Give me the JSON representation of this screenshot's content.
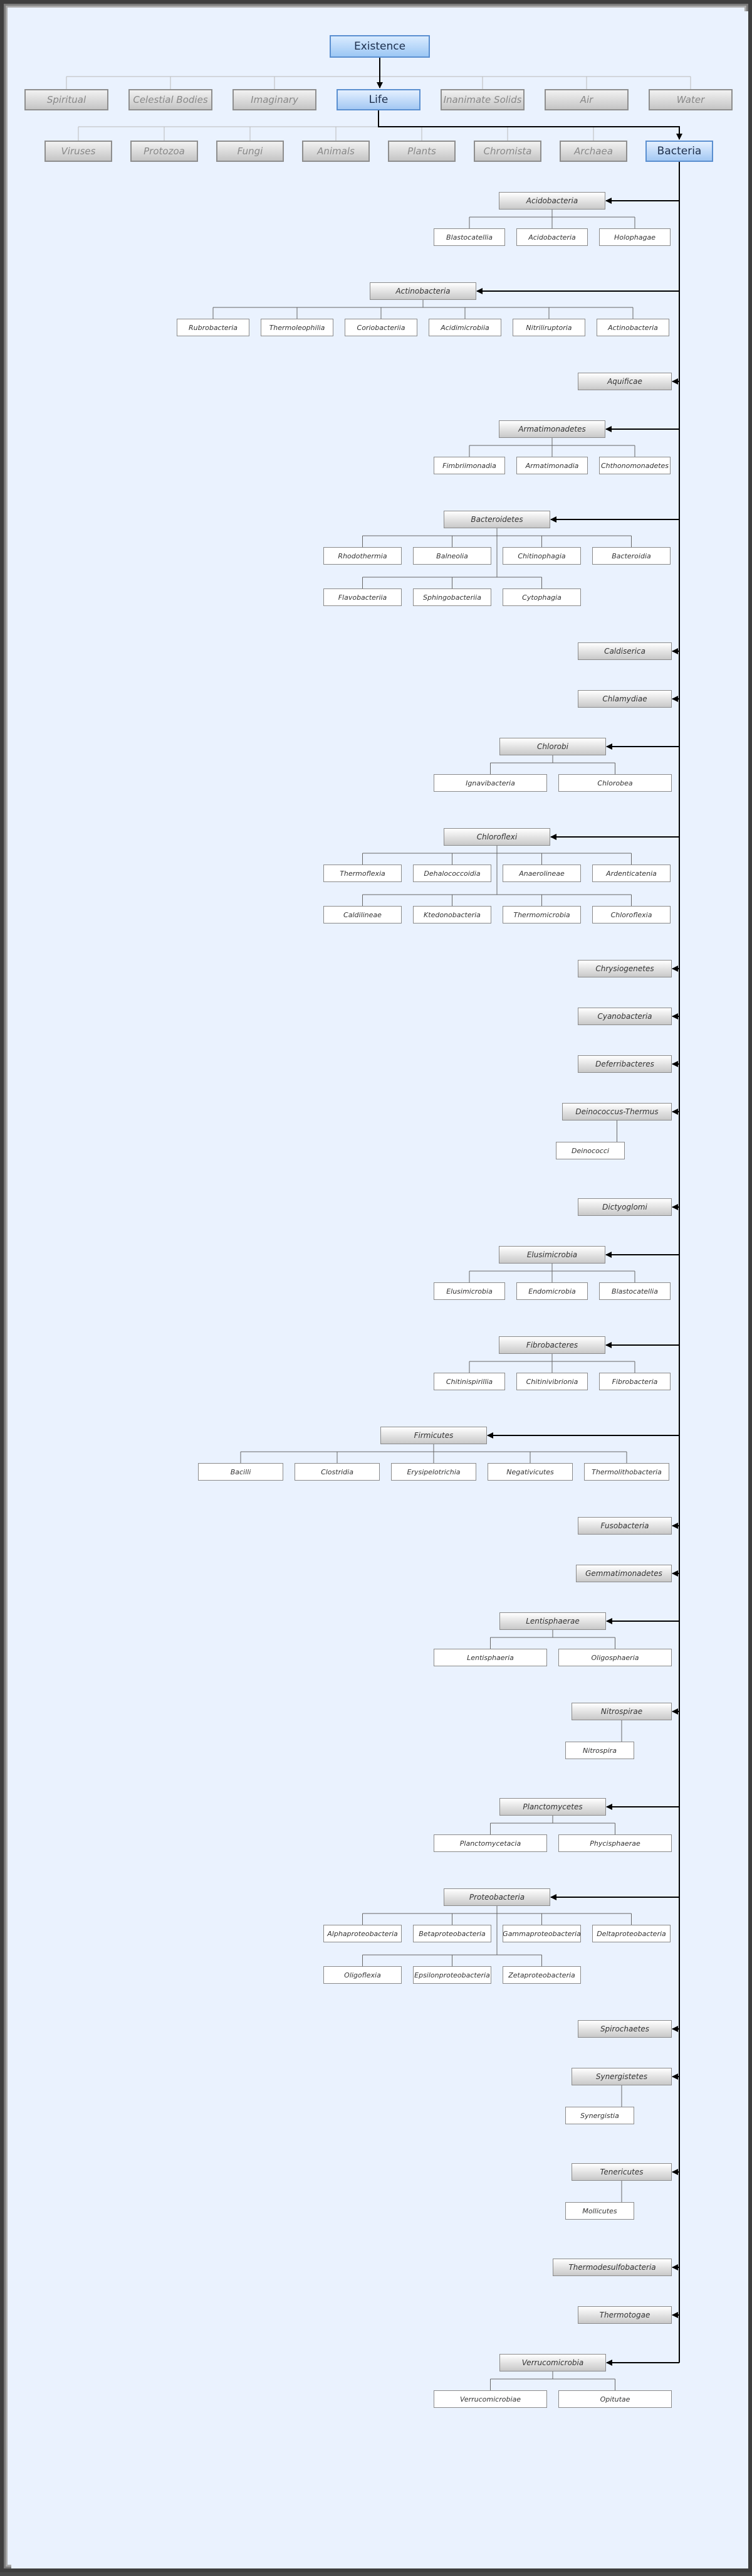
{
  "root": {
    "label": "Existence"
  },
  "top_categories": [
    "Spiritual",
    "Celestial Bodies",
    "Imaginary",
    "Life",
    "Inanimate Solids",
    "Air",
    "Water"
  ],
  "selected_top": "Life",
  "life_kingdoms": [
    "Viruses",
    "Protozoa",
    "Fungi",
    "Animals",
    "Plants",
    "Chromista",
    "Archaea",
    "Bacteria"
  ],
  "selected_kingdom": "Bacteria",
  "phyla": [
    {
      "name": "Acidobacteria",
      "classes": [
        "Blastocatellia",
        "Acidobacteria",
        "Holophagae"
      ]
    },
    {
      "name": "Actinobacteria",
      "classes": [
        "Rubrobacteria",
        "Thermoleophilia",
        "Coriobacteriia",
        "Acidimicrobiia",
        "Nitriliruptoria",
        "Actinobacteria"
      ]
    },
    {
      "name": "Aquificae",
      "classes": []
    },
    {
      "name": "Armatimonadetes",
      "classes": [
        "Fimbriimonadia",
        "Armatimonadia",
        "Chthonomonadetes"
      ]
    },
    {
      "name": "Bacteroidetes",
      "classes": [
        "Rhodothermia",
        "Balneolia",
        "Chitinophagia",
        "Bacteroidia",
        "Flavobacteriia",
        "Sphingobacteriia",
        "Cytophagia"
      ]
    },
    {
      "name": "Caldiserica",
      "classes": []
    },
    {
      "name": "Chlamydiae",
      "classes": []
    },
    {
      "name": "Chlorobi",
      "classes": [
        "Ignavibacteria",
        "Chlorobea"
      ]
    },
    {
      "name": "Chloroflexi",
      "classes": [
        "Thermoflexia",
        "Dehalococcoidia",
        "Anaerolineae",
        "Ardenticatenia",
        "Caldilineae",
        "Ktedonobacteria",
        "Thermomicrobia",
        "Chloroflexia"
      ]
    },
    {
      "name": "Chrysiogenetes",
      "classes": []
    },
    {
      "name": "Cyanobacteria",
      "classes": []
    },
    {
      "name": "Deferribacteres",
      "classes": []
    },
    {
      "name": "Deinococcus-Thermus",
      "classes": [
        "Deinococci"
      ]
    },
    {
      "name": "Dictyoglomi",
      "classes": []
    },
    {
      "name": "Elusimicrobia",
      "classes": [
        "Elusimicrobia",
        "Endomicrobia",
        "Blastocatellia"
      ]
    },
    {
      "name": "Fibrobacteres",
      "classes": [
        "Chitinispirillia",
        "Chitinivibrionia",
        "Fibrobacteria"
      ]
    },
    {
      "name": "Firmicutes",
      "classes": [
        "Bacilli",
        "Clostridia",
        "Erysipelotrichia",
        "Negativicutes",
        "Thermolithobacteria"
      ]
    },
    {
      "name": "Fusobacteria",
      "classes": []
    },
    {
      "name": "Gemmatimonadetes",
      "classes": []
    },
    {
      "name": "Lentisphaerae",
      "classes": [
        "Lentisphaeria",
        "Oligosphaeria"
      ]
    },
    {
      "name": "Nitrospirae",
      "classes": [
        "Nitrospira"
      ]
    },
    {
      "name": "Planctomycetes",
      "classes": [
        "Planctomycetacia",
        "Phycisphaerae"
      ]
    },
    {
      "name": "Proteobacteria",
      "classes": [
        "Alphaproteobacteria",
        "Betaproteobacteria",
        "Gammaproteobacteria",
        "Deltaproteobacteria",
        "Oligoflexia",
        "Epsilonproteobacteria",
        "Zetaproteobacteria"
      ]
    },
    {
      "name": "Spirochaetes",
      "classes": []
    },
    {
      "name": "Synergistetes",
      "classes": [
        "Synergistia"
      ]
    },
    {
      "name": "Tenericutes",
      "classes": [
        "Mollicutes"
      ]
    },
    {
      "name": "Thermodesulfobacteria",
      "classes": []
    },
    {
      "name": "Thermotogae",
      "classes": []
    },
    {
      "name": "Verrucomicrobia",
      "classes": [
        "Verrucomicrobiae",
        "Opitutae"
      ]
    }
  ],
  "colors": {
    "selected_fill": "#a3c8f3",
    "selected_border": "#5a8fd0",
    "connector": "#000000",
    "faint_connector": "#bbbbbb",
    "background": "#eaf2fe"
  }
}
